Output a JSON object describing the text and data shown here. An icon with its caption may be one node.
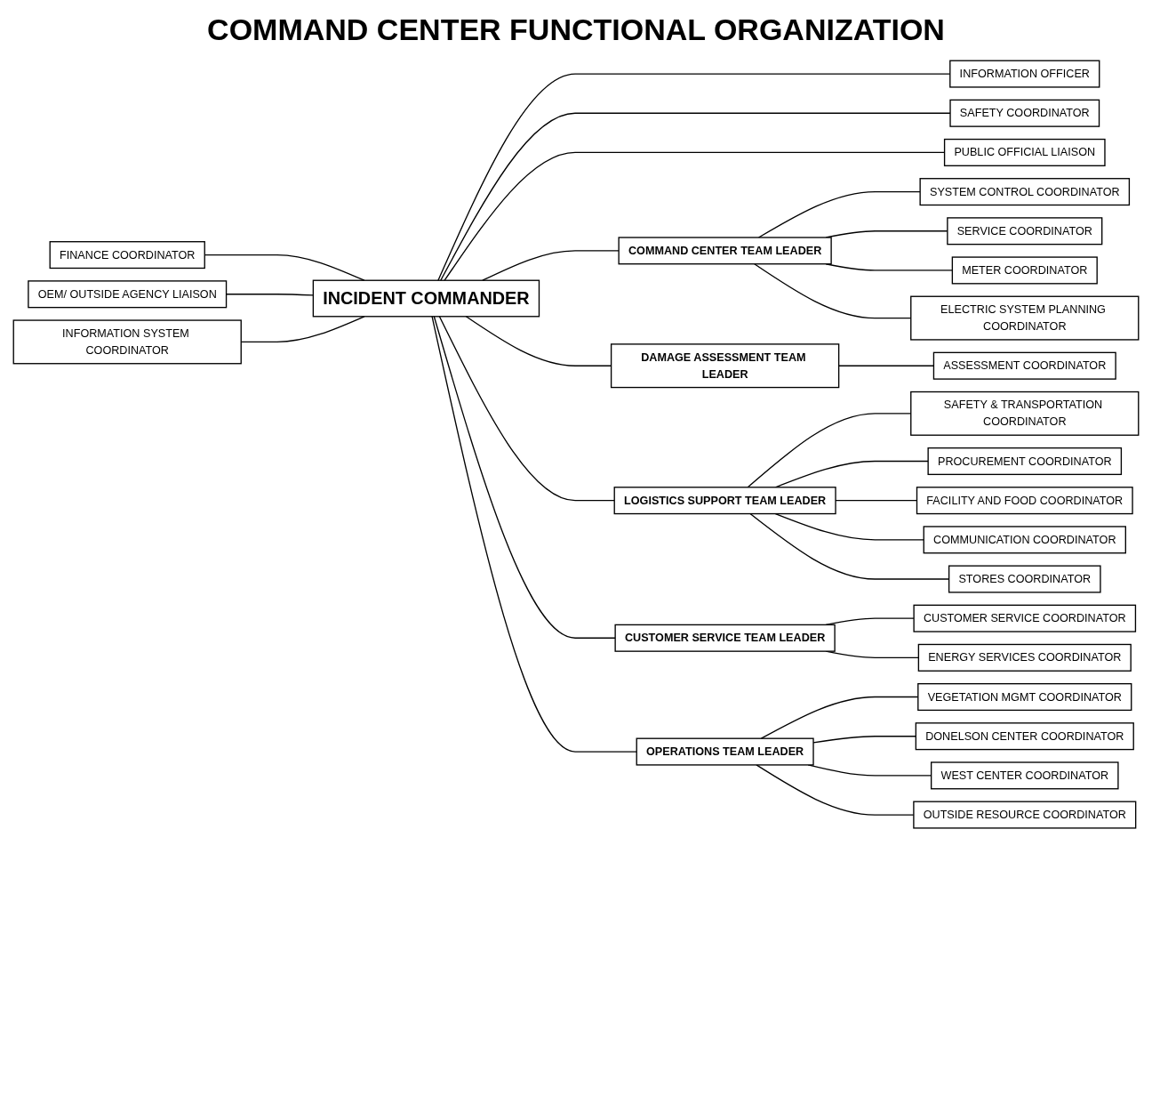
{
  "diagram": {
    "title": "COMMAND CENTER FUNCTIONAL ORGANIZATION",
    "nodes": [
      {
        "text": [
          "OEM/ OUTSIDE AGENCY LIAISON"
        ]
      },
      {
        "text": [
          "FINANCE COORDINATOR"
        ]
      },
      {
        "text": [
          "INFORMATION SYSTEM COORDINATOR"
        ]
      },
      {
        "text": [
          "INCIDENT COMMANDER"
        ]
      },
      {
        "text": [
          "INFORMATION OFFICER"
        ]
      },
      {
        "text": [
          "SAFETY COORDINATOR"
        ]
      },
      {
        "text": [
          "PUBLIC OFFICIAL LIAISON"
        ]
      },
      {
        "text": [
          "COMMAND CENTER TEAM LEADER"
        ]
      },
      {
        "text": [
          "DAMAGE ASSESSMENT TEAM LEADER"
        ]
      },
      {
        "text": [
          "LOGISTICS SUPPORT TEAM LEADER"
        ]
      },
      {
        "text": [
          "CUSTOMER SERVICE TEAM LEADER"
        ]
      },
      {
        "text": [
          "OPERATIONS TEAM LEADER"
        ]
      },
      {
        "text": [
          "SYSTEM CONTROL COORDINATOR"
        ]
      },
      {
        "text": [
          "SERVICE COORDINATOR"
        ]
      },
      {
        "text": [
          "METER COORDINATOR"
        ]
      },
      {
        "text": [
          "ELECTRIC SYSTEM PLANNING COORDINATOR"
        ]
      },
      {
        "text": [
          "ASSESSMENT COORDINATOR"
        ]
      },
      {
        "text": [
          "SAFETY & TRANSPORTATION COORDINATOR"
        ]
      },
      {
        "text": [
          "PROCUREMENT COORDINATOR"
        ]
      },
      {
        "text": [
          "FACILITY AND FOOD COORDINATOR"
        ]
      },
      {
        "text": [
          "COMMUNICATION COORDINATOR"
        ]
      },
      {
        "text": [
          "STORES COORDINATOR"
        ]
      },
      {
        "text": [
          "CUSTOMER SERVICE COORDINATOR"
        ]
      },
      {
        "text": [
          "ENERGY SERVICES COORDINATOR"
        ]
      },
      {
        "text": [
          "VEGETATION MGMT COORDINATOR"
        ]
      },
      {
        "text": [
          "DONELSON CENTER COORDINATOR"
        ]
      },
      {
        "text": [
          "WEST CENTER COORDINATOR"
        ]
      },
      {
        "text": [
          "OUTSIDE RESOURCE COORDINATOR"
        ]
      }
    ],
    "edges": [
      {
        "from": 1,
        "to": 3,
        "arrow": "none"
      },
      {
        "from": 0,
        "to": 3,
        "arrow": "none"
      },
      {
        "from": 2,
        "to": 3,
        "arrow": "none"
      },
      {
        "from": 3,
        "to": 4,
        "arrow": "none"
      },
      {
        "from": 3,
        "to": 5,
        "arrow": "none"
      },
      {
        "from": 3,
        "to": 6,
        "arrow": "none"
      },
      {
        "from": 3,
        "to": 7,
        "arrow": "none"
      },
      {
        "from": 3,
        "to": 8,
        "arrow": "none"
      },
      {
        "from": 3,
        "to": 9,
        "arrow": "none"
      },
      {
        "from": 3,
        "to": 10,
        "arrow": "none"
      },
      {
        "from": 3,
        "to": 11,
        "arrow": "none"
      },
      {
        "from": 7,
        "to": 12,
        "arrow": "none"
      },
      {
        "from": 7,
        "to": 13,
        "arrow": "none"
      },
      {
        "from": 7,
        "to": 14,
        "arrow": "none"
      },
      {
        "from": 7,
        "to": 15,
        "arrow": "none"
      },
      {
        "from": 8,
        "to": 16,
        "arrow": "none"
      },
      {
        "from": 9,
        "to": 17,
        "arrow": "none"
      },
      {
        "from": 9,
        "to": 18,
        "arrow": "none"
      },
      {
        "from": 9,
        "to": 19,
        "arrow": "none"
      },
      {
        "from": 9,
        "to": 20,
        "arrow": "none"
      },
      {
        "from": 9,
        "to": 21,
        "arrow": "none"
      },
      {
        "from": 10,
        "to": 22,
        "arrow": "none"
      },
      {
        "from": 10,
        "to": 23,
        "arrow": "none"
      },
      {
        "from": 11,
        "to": 24,
        "arrow": "none"
      },
      {
        "from": 11,
        "to": 25,
        "arrow": "none"
      },
      {
        "from": 11,
        "to": 26,
        "arrow": "none"
      },
      {
        "from": 11,
        "to": 27,
        "arrow": "none"
      }
    ]
  }
}
